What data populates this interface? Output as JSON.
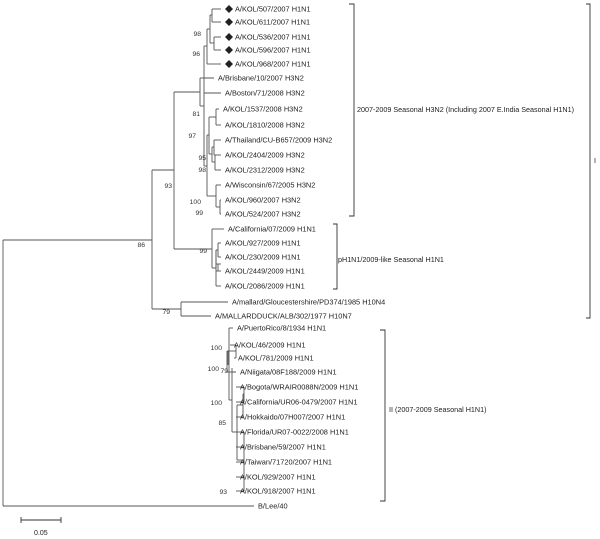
{
  "leaves": [
    {
      "label": "A/KOL/507/2007 H1N1",
      "marker": "diamond"
    },
    {
      "label": "A/KOL/611/2007 H1N1",
      "marker": "diamond"
    },
    {
      "label": "A/KOL/536/2007 H1N1",
      "marker": "diamond"
    },
    {
      "label": "A/KOL/596/2007 H1N1",
      "marker": "diamond"
    },
    {
      "label": "A/KOL/968/2007 H1N1",
      "marker": "diamond"
    },
    {
      "label": "A/Brisbane/10/2007 H3N2"
    },
    {
      "label": "A/Boston/71/2008 H3N2"
    },
    {
      "label": "A/KOL/1537/2008 H3N2"
    },
    {
      "label": "A/KOL/1810/2008 H3N2"
    },
    {
      "label": "A/Thailand/CU-B657/2009 H3N2"
    },
    {
      "label": "A/KOL/2404/2009 H3N2"
    },
    {
      "label": "A/KOL/2312/2009 H3N2"
    },
    {
      "label": "A/Wisconsin/67/2005 H3N2"
    },
    {
      "label": "A/KOL/960/2007 H3N2"
    },
    {
      "label": "A/KOL/524/2007 H3N2"
    },
    {
      "label": "A/California/07/2009 H1N1"
    },
    {
      "label": "A/KOL/927/2009 H1N1"
    },
    {
      "label": "A/KOL/230/2009 H1N1"
    },
    {
      "label": "A/KOL/2449/2009 H1N1"
    },
    {
      "label": "A/KOL/2086/2009 H1N1"
    },
    {
      "label": "A/mallard/Gloucestershire/PD374/1985 H10N4"
    },
    {
      "label": "A/MALLARDDUCK/ALB/302/1977 H10N7"
    },
    {
      "label": "A/PuertoRico/8/1934 H1N1"
    },
    {
      "label": "A/KOL/46/2009 H1N1"
    },
    {
      "label": "A/KOL/781/2009 H1N1"
    },
    {
      "label": "A/Niigata/08F188/2009 H1N1"
    },
    {
      "label": "A/Bogota/WRAIR0088N/2009 H1N1"
    },
    {
      "label": "A/California/UR06-0479/2007 H1N1"
    },
    {
      "label": "A/Hokkaido/07H007/2007 H1N1"
    },
    {
      "label": "A/Florida/UR07-0022/2008 H1N1"
    },
    {
      "label": "A/Brisbane/59/2007 H1N1"
    },
    {
      "label": "A/Taiwan/71720/2007 H1N1"
    },
    {
      "label": "A/KOL/929/2007 H1N1"
    },
    {
      "label": "A/KOL/918/2007 H1N1"
    },
    {
      "label": "B/Lee/40"
    }
  ],
  "bootstrap": [
    "98",
    "96",
    "81",
    "97",
    "95",
    "98",
    "93",
    "100",
    "99",
    "99",
    "86",
    "79",
    "100",
    "100",
    "79",
    "100",
    "85",
    "93"
  ],
  "clades": {
    "h3n2": "2007-2009 Seasonal H3N2 (Including 2007 E.India Seasonal H1N1)",
    "ph1n1": "pH1N1/2009-like Seasonal H1N1",
    "seasonal_h1n1": "II  (2007-2009 Seasonal H1N1)",
    "group_one": "I"
  },
  "scale_bar": "0.05",
  "colors": {
    "line": "#555555",
    "text": "#222222",
    "marker": "#222222"
  }
}
